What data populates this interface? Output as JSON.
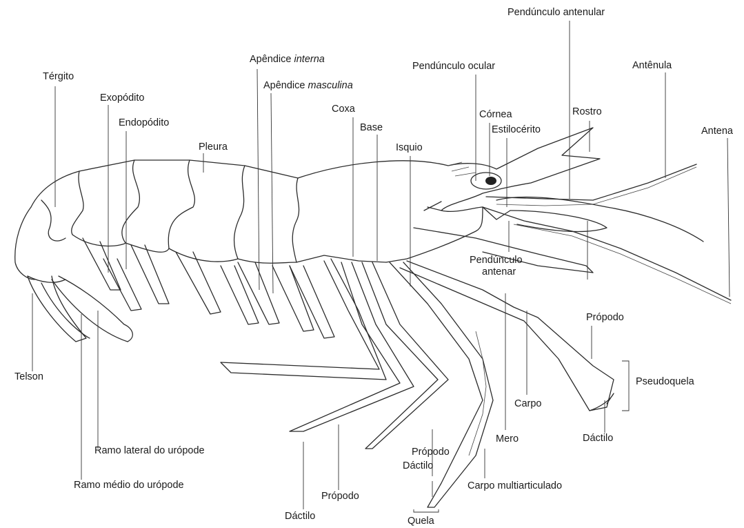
{
  "labels": {
    "pedunculo_antenular": "Pendúnculo antenular",
    "tergito": "Térgito",
    "apendice_interna_prefix": "Apêndice ",
    "apendice_interna_italic": "interna",
    "apendice_masculina_prefix": "Apêndice ",
    "apendice_masculina_italic": "masculina",
    "pedunculo_ocular": "Pendúnculo ocular",
    "antenula": "Antênula",
    "exopodito": "Exopódito",
    "endopodito": "Endopódito",
    "coxa": "Coxa",
    "cornea": "Córnea",
    "rostro": "Rostro",
    "base": "Base",
    "estilocerito": "Estilocérito",
    "antena": "Antena",
    "pleura": "Pleura",
    "isquio": "Isquio",
    "pedunculo_antenar_1": "Pendúnculo",
    "pedunculo_antenar_2": "antenar",
    "propodo_right": "Própodo",
    "telson": "Telson",
    "pseudoquela": "Pseudoquela",
    "carpo": "Carpo",
    "dactilo_right": "Dáctilo",
    "ramo_lateral": "Ramo lateral do urópode",
    "mero": "Mero",
    "propodo_mid": "Própodo",
    "dactilo_mid": "Dáctilo",
    "ramo_medio": "Ramo médio do urópode",
    "carpo_multi": "Carpo multiarticulado",
    "propodo_bottom": "Própodo",
    "dactilo_bottom": "Dáctilo",
    "quela": "Quela"
  }
}
